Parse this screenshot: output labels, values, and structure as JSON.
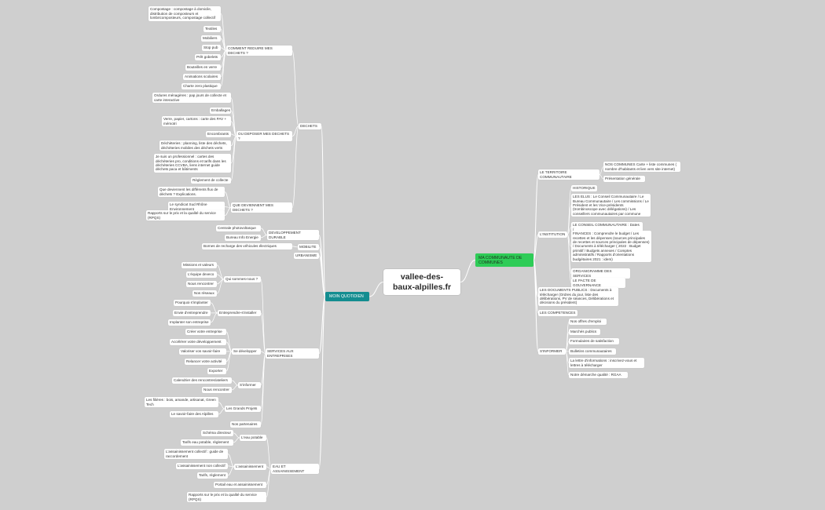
{
  "colors": {
    "background": "#cfcfcf",
    "line": "#ffffff",
    "node": "#ffffff",
    "moin_quotidien": "#138d90",
    "ma_communaute": "#2ecc57"
  },
  "nodes": {
    "root": "vallee-des-baux-alpilles.fr",
    "moin_quotidien": "MOIN QUOTIDIEN",
    "ma_communaute": "MA COMMUNAUTE DE COMMUNES",
    "dechets": "DECHETS",
    "comment_reduire": "COMMENT REDUIRE MES DECHETS ?",
    "compostage": "Compostage : compostage à domicile, distribution de composteurs et lombricomposteurs, compostage collectif",
    "textiles": "Textiles",
    "mobiliers": "Mobiliers",
    "stop_pub": "Stop pub",
    "pret_gobelets": "Prêt gobelets",
    "bouteilles_verre": "Bouteilles en verre",
    "animations_scolaires": "Animations scolaires",
    "charte_zero_plastique": "Charte zero plastique",
    "ou_deposer": "OU DEPOSER MES DECHETS ?",
    "ordures_menageres": "Ordures ménagères : pap jours de collecte et carte interactive",
    "emballages": "Emballages",
    "verre_papier": "Verre, papier, cartons : carte des PAV + mémotri",
    "encombrants": "Encombrants",
    "decheteries": "Déchèteries : planning, liste des déchets, déchèteries mobiles des déchets verts",
    "je_suis_pro": "Je suis un professionnel : cartes des déchèteries pro, conditions et tarifs dans les déchèteries CCVBA, liens internet guide déchets paca et bâtiments",
    "reglement_collecte": "Règlement de collecte",
    "que_deviennent": "QUE DEVIENNENT MES DECHETS ?",
    "que_deviennent_flux": "Que deviennent les différents flux de déchets ? Explications.",
    "syndicat": "Le syndicat Sud Rhône Environnement",
    "rapports_dechets": "Rapports sur le prix et la qualité du service (RPQS)",
    "dev_durable": "DEVELOPPEMENT DURABLE",
    "centrale_photo": "Centrale photovoltaïque",
    "bureau_info_energie": "Bureau Info Energie",
    "mobilite": "MOBILITE",
    "bornes_recharge": "Bornes de recharge des véhicules électriques",
    "urbanisme": "URBANISME",
    "services_entreprises": "SERVICES AUX ENTREPRISES",
    "qui_sommes_nous": "Qui sommes-nous ?",
    "missions_valeurs": "Missions et valeurs",
    "equipe_deveco": "L'équipe deveco",
    "nous_rencontrer_1": "Nous rencontrer",
    "nos_reseaux": "Nos réseaux",
    "entreprendre": "Entreprendre-s'installer",
    "pourquoi_implanter": "Pourquoi s'implanter",
    "envie_entreprendre": "Envie d'entreprendre",
    "implanter_entreprise": "Implanter son entreprise",
    "se_developper": "Se développer",
    "creer_entreprise": "Créer votre entreprise",
    "accelerer": "Accélérer votre développement",
    "valoriser": "Valoriser vos savoir-faire",
    "relancer": "Relancer votre activité",
    "exporter": "Exporter",
    "s_informer_ent": "S'informer",
    "calendrier": "Calendrier des rencontres/ateliers",
    "nous_rencontrer_2": "Nous rencontrer",
    "grands_projets": "Les Grands Projets",
    "filieres": "Les filières : bois, amande, artisanat, Green Tech",
    "savoir_faire": "Le savoir-faire des Alpilles",
    "nos_partenaires": "Nos partenaires",
    "eau_assainissement": "EAU ET ASSAINISSEMENT",
    "eau_potable": "L'eau potable",
    "schema_directeur": "Schéma directeur",
    "tarifs_eau": "Tarifs eau potable, règlement",
    "assainissement": "L'assainissement",
    "assainissement_collectif": "L'assainissement collectif : guide de raccordement",
    "assainissement_non_collectif": "L'assainissement non collectif",
    "tarifs_reglement": "Tarifs, règlement",
    "portail_eau": "Portail eau et assainissement",
    "rapports_eau": "Rapports sur le prix et la qualité du service (RPQS)",
    "territoire": "LE TERRITOIRE COMMUNAUTAIRE",
    "nos_communes": "NOS COMMUNES Carte + liste communes ( nombre d'habitants et lien vers site internet)",
    "presentation_generale": "Présentation générale",
    "institution": "L'INSTITUTION",
    "historique": "HISTORIQUE",
    "les_elus": "LES ELUS : Le Conseil Communautaire / Le Bureau Communautaire / Les commissions / Le Président et les Vice-présidents (trombinoscope avec délégations) / Les conseillers communautaires par commune",
    "conseil_dates": "LE CONSEIL COMMUNAUTAIRE : Dates /",
    "finances": "FINANCES : Comprendre le budget / Les recettes et les dépenses (sources principales de recettes et sources principales de dépenses) / Documents à télécharger ( 2022 : Budget primitif / Budgets annexes / Comptes administratifs / Rapports d'orientations budgétaires 2021 : idem)",
    "organigramme": "ORGANIGRAMME DES SERVICES",
    "pacte": "LE PACTE DE GOUVERNANCE",
    "documents_publics": "LES DOCUMENTS PUBLICS : Documents à télécharger (Ordres du jour, liste des délibérations, PV de séances, Délibérations et décisions du président)",
    "competences": "LES COMPETENCES",
    "s_informer": "S'INFORMER",
    "offres_emploi": "Nos offres d'emploi",
    "marches_publics": "Marchés publics",
    "formulaires": "Formulaires de satisfaction",
    "bulletins": "Bulletins communautaires",
    "lettre_info": "La lettre d'informations : inscrivez-vous et lettres à télécharger",
    "demarche_qualite": "Notre démarche qualité : RGAA"
  }
}
